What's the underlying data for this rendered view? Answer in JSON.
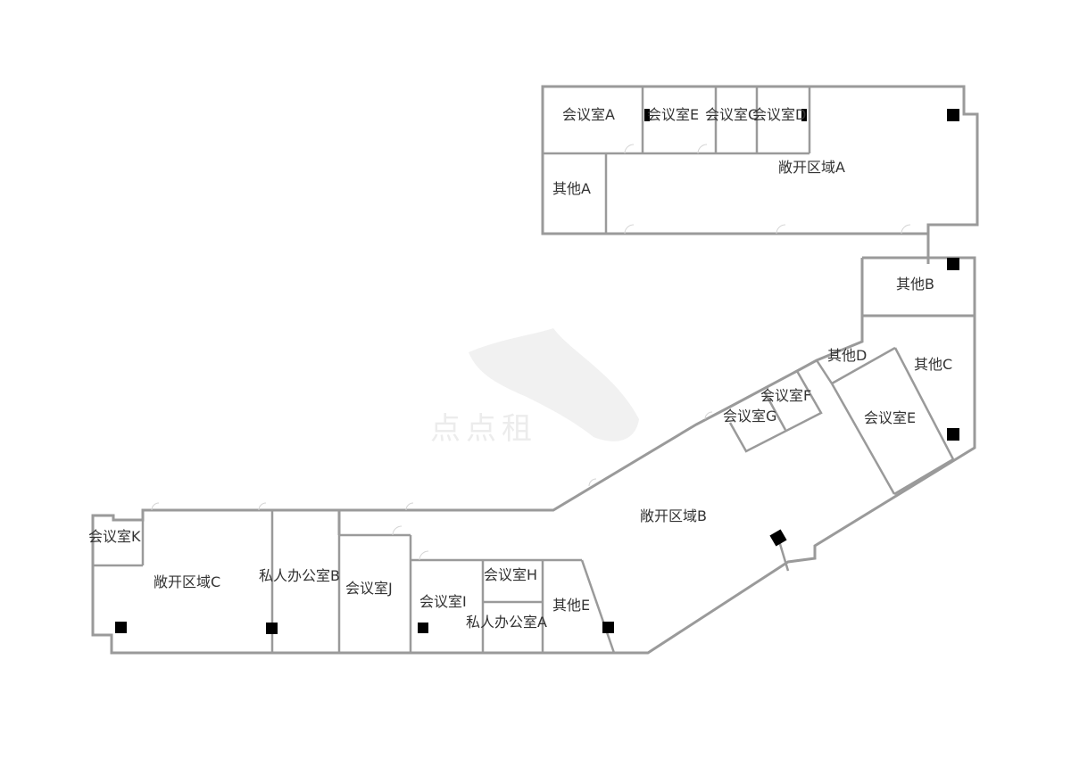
{
  "watermark": {
    "text": "点点租"
  },
  "rooms": {
    "meeting_a": "会议室A",
    "meeting_b": "会议室E",
    "meeting_c": "会议室C",
    "meeting_d": "会议室D",
    "other_a": "其他A",
    "open_a": "敞开区域A",
    "other_b": "其他B",
    "other_c": "其他C",
    "other_d": "其他D",
    "meeting_e": "会议室E",
    "meeting_f": "会议室F",
    "meeting_g": "会议室G",
    "open_b": "敞开区域B",
    "meeting_k": "会议室K",
    "open_c": "敞开区域C",
    "private_b": "私人办公室B",
    "meeting_j": "会议室J",
    "meeting_h": "会议室H",
    "meeting_i": "会议室I",
    "private_a": "私人办公室A",
    "other_e": "其他E"
  }
}
